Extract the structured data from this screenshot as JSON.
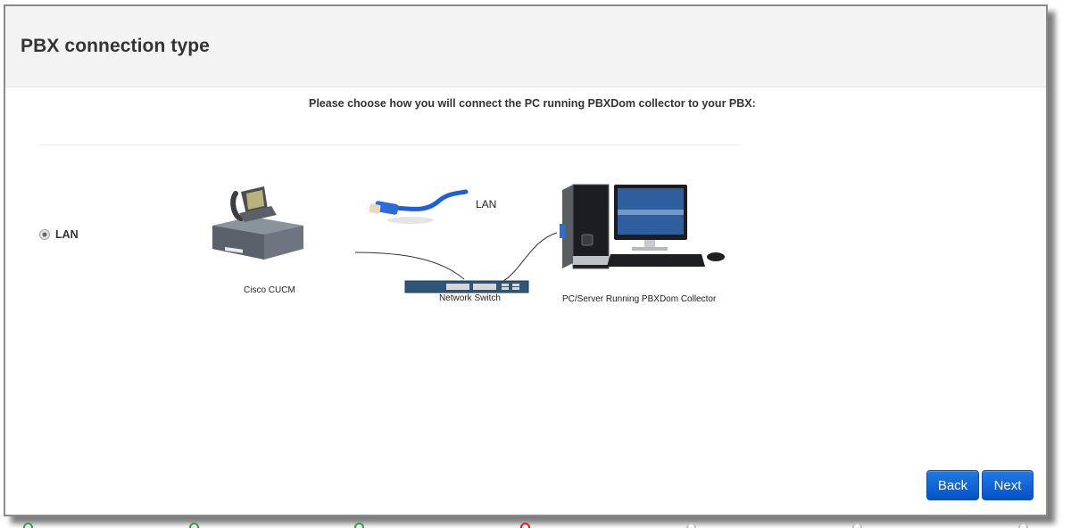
{
  "panel": {
    "title": "PBX connection type",
    "instruction": "Please choose how you will connect the PC running PBXDom collector to your PBX:"
  },
  "options": [
    {
      "label": "LAN",
      "selected": true,
      "diagram": {
        "pbx_caption": "Cisco CUCM",
        "cable_caption": "LAN",
        "switch_caption": "Network Switch",
        "pc_caption": "PC/Server Running PBXDom Collector"
      }
    }
  ],
  "buttons": {
    "back": "Back",
    "next": "Next"
  },
  "steps": [
    {
      "status": "complete",
      "color": "#2e9e3e"
    },
    {
      "status": "complete",
      "color": "#2e9e3e"
    },
    {
      "status": "complete",
      "color": "#2e9e3e"
    },
    {
      "status": "current",
      "color": "#e02020"
    },
    {
      "status": "pending",
      "color": "#c4c4c4"
    },
    {
      "status": "pending",
      "color": "#c4c4c4"
    },
    {
      "status": "pending",
      "color": "#c4c4c4"
    }
  ],
  "colors": {
    "button_top": "#1f7ae6",
    "button_bottom": "#0652c7",
    "header_bg": "#f3f3f3"
  }
}
